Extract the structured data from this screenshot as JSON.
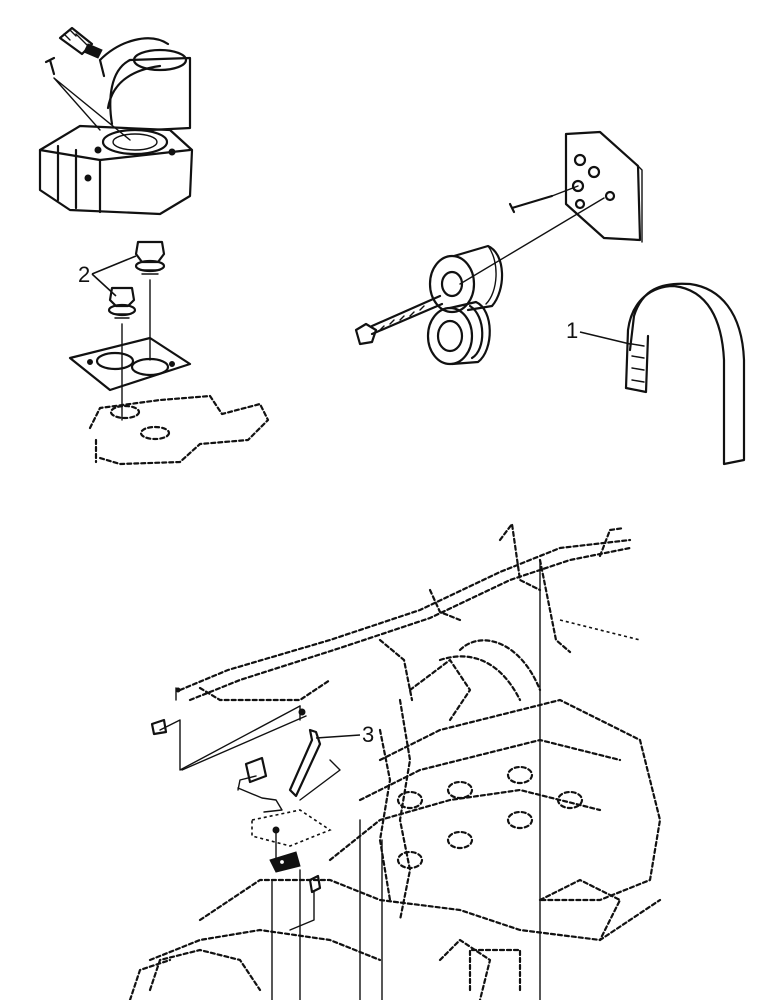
{
  "diagram": {
    "callouts": [
      {
        "id": "callout-1",
        "label": "1"
      },
      {
        "id": "callout-2",
        "label": "2"
      },
      {
        "id": "callout-3",
        "label": "3"
      }
    ]
  }
}
